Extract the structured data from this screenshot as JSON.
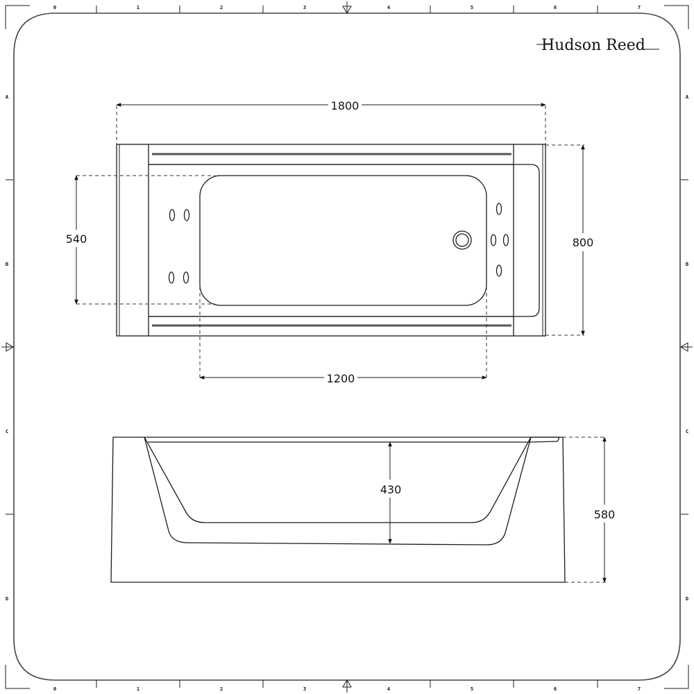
{
  "brand": {
    "name": "Hudson Reed"
  },
  "ruler": {
    "columns": [
      "0",
      "1",
      "2",
      "3",
      "4",
      "5",
      "6",
      "7"
    ],
    "rows": [
      "A",
      "B",
      "C",
      "D"
    ]
  },
  "plan_view": {
    "overall_length": "1800",
    "overall_width": "800",
    "bath_inner_width": "540",
    "bath_inner_length": "1200"
  },
  "side_view": {
    "bath_depth": "430",
    "overall_height": "580"
  },
  "colors": {
    "line": "#1a1a1a",
    "frame": "#444444",
    "background": "#ffffff"
  }
}
